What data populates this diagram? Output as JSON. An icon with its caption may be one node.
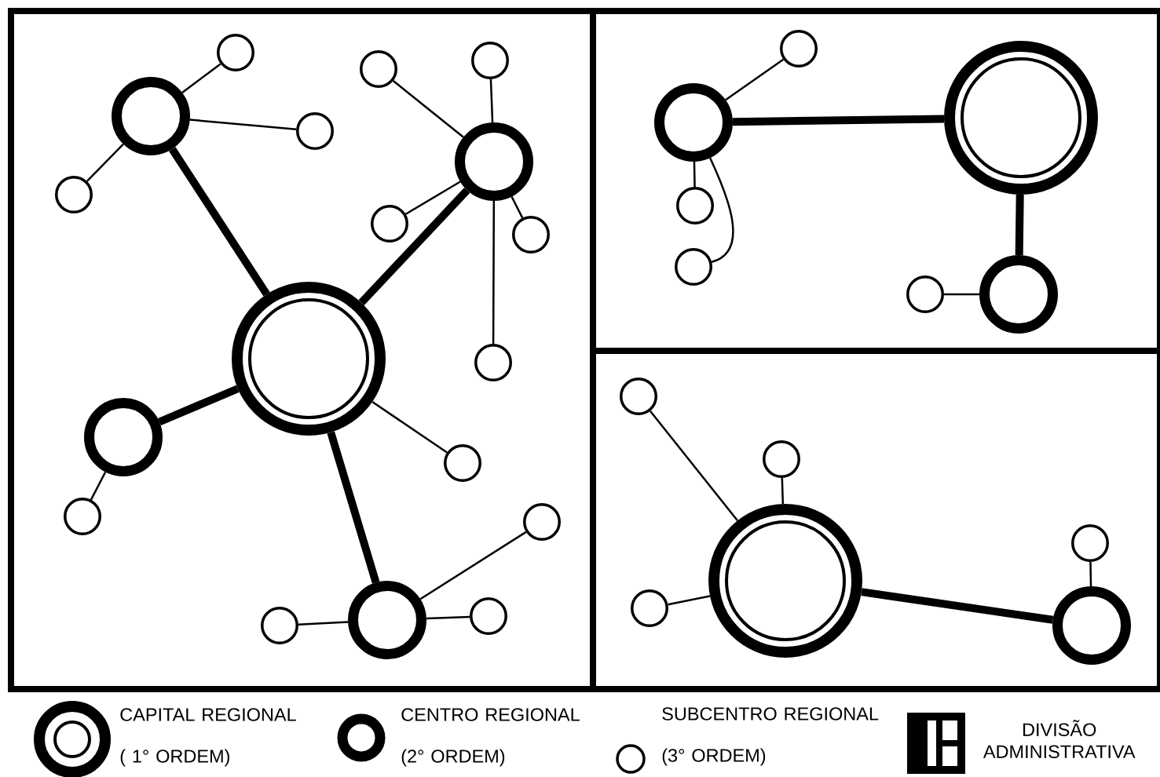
{
  "diagram": {
    "nodes": [
      {
        "text": [],
        "shape": "box"
      },
      {
        "text": [],
        "shape": "circle",
        "in": 0
      },
      {
        "text": [],
        "shape": "circle",
        "in": 0
      },
      {
        "text": [],
        "shape": "circle",
        "in": 0
      },
      {
        "text": [],
        "shape": "circle",
        "in": 0
      },
      {
        "text": [],
        "shape": "circle",
        "in": 0
      },
      {
        "text": [],
        "shape": "circle",
        "in": 0
      },
      {
        "text": [],
        "shape": "circle",
        "in": 0
      },
      {
        "text": [],
        "shape": "circle",
        "in": 0
      },
      {
        "text": [],
        "shape": "circle",
        "in": 0
      },
      {
        "text": [],
        "shape": "circle",
        "in": 0
      },
      {
        "text": [],
        "shape": "circle",
        "in": 0
      },
      {
        "text": [],
        "shape": "circle",
        "in": 0
      },
      {
        "text": [],
        "shape": "circle",
        "in": 0
      },
      {
        "text": [],
        "shape": "circle",
        "in": 0
      },
      {
        "text": [],
        "shape": "circle",
        "in": 0
      },
      {
        "text": [],
        "shape": "circle",
        "in": 0
      },
      {
        "text": [],
        "shape": "circle",
        "in": 0
      },
      {
        "text": [],
        "shape": "circle",
        "in": 0
      },
      {
        "text": [],
        "shape": "box"
      },
      {
        "text": [],
        "shape": "circle",
        "in": 19
      },
      {
        "text": [],
        "shape": "circle",
        "in": 19
      },
      {
        "text": [],
        "shape": "circle",
        "in": 19
      },
      {
        "text": [],
        "shape": "circle",
        "in": 19
      },
      {
        "text": [],
        "shape": "circle",
        "in": 19
      },
      {
        "text": [],
        "shape": "circle",
        "in": 19
      },
      {
        "text": [],
        "shape": "circle",
        "in": 19
      },
      {
        "text": [],
        "shape": "box"
      },
      {
        "text": [],
        "shape": "circle",
        "in": 27
      },
      {
        "text": [],
        "shape": "circle",
        "in": 27
      },
      {
        "text": [],
        "shape": "circle",
        "in": 27
      },
      {
        "text": [],
        "shape": "circle",
        "in": 27
      },
      {
        "text": [],
        "shape": "circle",
        "in": 27
      },
      {
        "text": [],
        "shape": "circle",
        "in": 27
      }
    ],
    "edges": [
      {
        "from": 4,
        "to": 10,
        "arrow": "none",
        "style": "thick"
      },
      {
        "from": 6,
        "to": 10,
        "arrow": "none",
        "style": "thick"
      },
      {
        "from": 12,
        "to": 10,
        "arrow": "none",
        "style": "thick"
      },
      {
        "from": 16,
        "to": 10,
        "arrow": "none",
        "style": "thick"
      },
      {
        "from": 4,
        "to": 1,
        "arrow": "none"
      },
      {
        "from": 4,
        "to": 5,
        "arrow": "none"
      },
      {
        "from": 4,
        "to": 7,
        "arrow": "none"
      },
      {
        "from": 6,
        "to": 3,
        "arrow": "none"
      },
      {
        "from": 6,
        "to": 2,
        "arrow": "none"
      },
      {
        "from": 6,
        "to": 8,
        "arrow": "none"
      },
      {
        "from": 6,
        "to": 9,
        "arrow": "none"
      },
      {
        "from": 6,
        "to": 11,
        "arrow": "none"
      },
      {
        "from": 12,
        "to": 14,
        "arrow": "none"
      },
      {
        "from": 10,
        "to": 13,
        "arrow": "none"
      },
      {
        "from": 16,
        "to": 15,
        "arrow": "none"
      },
      {
        "from": 16,
        "to": 17,
        "arrow": "none"
      },
      {
        "from": 16,
        "to": 18,
        "arrow": "none"
      },
      {
        "from": 22,
        "to": 21,
        "arrow": "none",
        "style": "thick"
      },
      {
        "from": 21,
        "to": 25,
        "arrow": "none",
        "style": "thick"
      },
      {
        "from": 22,
        "to": 20,
        "arrow": "none"
      },
      {
        "from": 22,
        "to": 23,
        "arrow": "none"
      },
      {
        "from": 22,
        "to": 24,
        "arrow": "none"
      },
      {
        "from": 25,
        "to": 26,
        "arrow": "none"
      },
      {
        "from": 31,
        "to": 33,
        "arrow": "none",
        "style": "thick"
      },
      {
        "from": 31,
        "to": 28,
        "arrow": "none"
      },
      {
        "from": 31,
        "to": 29,
        "arrow": "none"
      },
      {
        "from": 31,
        "to": 32,
        "arrow": "none"
      },
      {
        "from": 33,
        "to": 30,
        "arrow": "none"
      }
    ],
    "legend": [
      {
        "text": "CAPITAL REGIONAL ( 1° ORDEM)"
      },
      {
        "text": "CENTRO REGIONAL (2° ORDEM)"
      },
      {
        "text": "SUBCENTRO REGIONAL (3° ORDEM)"
      },
      {
        "text": "DIVISÃO ADMINISTRATIVA"
      }
    ]
  }
}
